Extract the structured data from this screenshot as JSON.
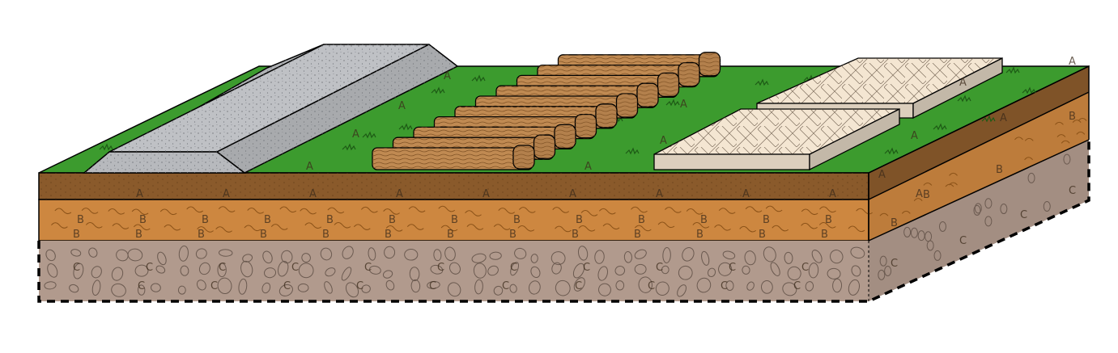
{
  "layers": [
    {
      "key": "topsoil",
      "label": "A",
      "color": "#8a5a2b"
    },
    {
      "key": "subsoil",
      "label": "B",
      "color": "#cd8740"
    },
    {
      "key": "parent-material",
      "label": "C",
      "color": "#b19a8d"
    }
  ],
  "surface": {
    "grass_color": "#3c9b2e",
    "grass_label": "A"
  },
  "features": [
    {
      "key": "gravel-mound",
      "color": "#bfc1c5"
    },
    {
      "key": "log-walkway",
      "count": 10,
      "color": "#c08a52"
    },
    {
      "key": "stone-slabs",
      "count": 2,
      "color": "#f4e6d2"
    }
  ]
}
